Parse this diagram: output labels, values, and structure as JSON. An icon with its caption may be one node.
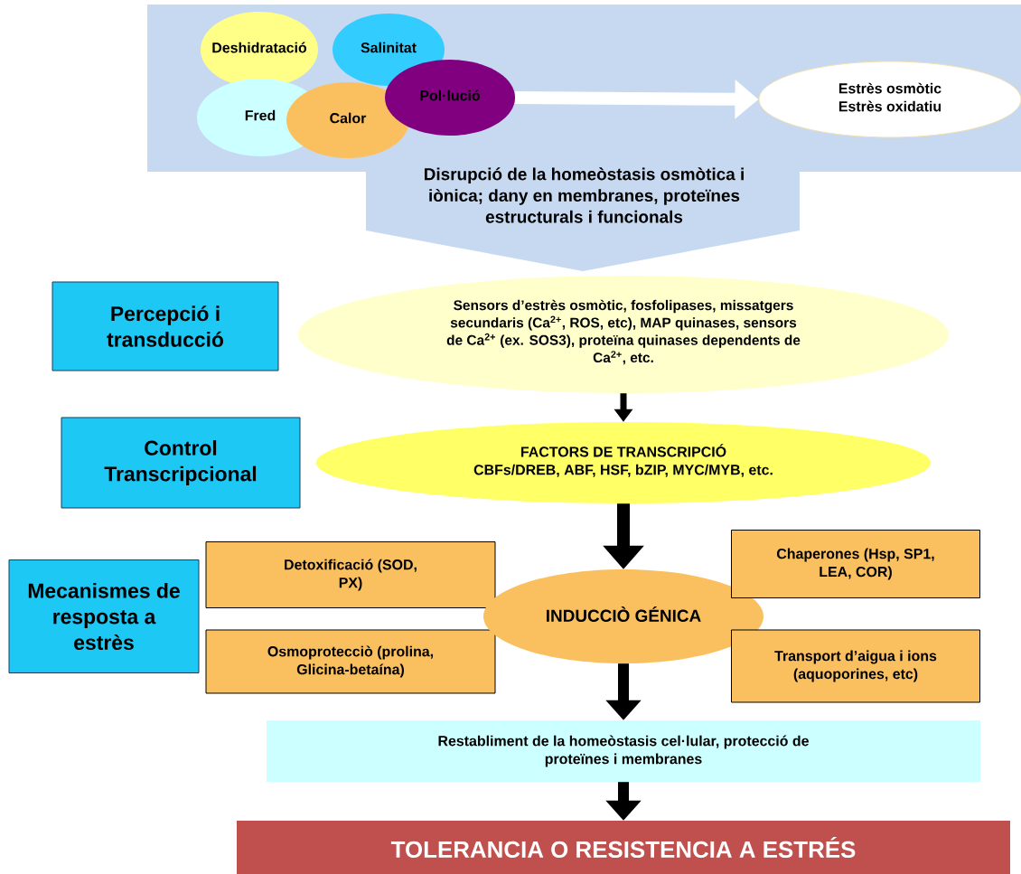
{
  "diagram": {
    "nodes": [
      {
        "text": [
          "Disrupció de la homeòstasis osmòtica i iònica; dany en membranes,  proteïnes estructurals i funcionals"
        ]
      },
      {
        "text": [
          "Deshidratació"
        ],
        "in": 0
      },
      {
        "text": [
          "Salinitat"
        ],
        "in": 0
      },
      {
        "text": [
          "Fred"
        ],
        "in": 0
      },
      {
        "text": [
          "Calor"
        ],
        "in": 0
      },
      {
        "text": [
          "Pol·lució"
        ],
        "in": 0
      },
      {
        "text": [
          "Estrès osmòtic",
          "Estrès oxidatiu"
        ],
        "in": 0
      },
      {
        "text": [
          "Percepció i transducció"
        ]
      },
      {
        "text": [
          "Sensors d’estrès osmòtic, fosfolipases, missatgers secundaris (Ca$^{2+}$, ROS, etc), MAP quinases, sensors de Ca$^{2+}$ (ex. SOS3), proteïna quinases dependents de Ca$^{2+}$, etc."
        ]
      },
      {
        "text": [
          "Control Transcripcional"
        ]
      },
      {
        "text": [
          "FACTORS DE TRANSCRIPCIÓ",
          "CBFs/DREB, ABF, HSF, bZIP, MYC/MYB, etc."
        ]
      },
      {
        "text": [
          "Mecanismes de resposta a estrès"
        ]
      },
      {
        "text": [
          "Detoxificació (SOD, PX)"
        ]
      },
      {
        "text": [
          "Osmoprotecciò (prolina, Glicina-betaína)"
        ]
      },
      {
        "text": [
          "INDUCCIÒ GÉNICA"
        ]
      },
      {
        "text": [
          "Chaperones (Hsp, SP1, LEA, COR)"
        ]
      },
      {
        "text": [
          "Transport d’aigua i ions (aquoporines, etc)"
        ]
      },
      {
        "text": [
          "Restabliment de la homeòstasis cel·lular, protecció de proteïnes i membranes"
        ]
      },
      {
        "text": [
          "TOLERANCIA O RESISTENCIA A ESTRÉS"
        ]
      }
    ],
    "edges": [
      {
        "from": 5,
        "to": 6,
        "arrow": "to",
        "color": "#ffffff"
      },
      {
        "from": 8,
        "to": 10,
        "arrow": "to"
      },
      {
        "from": 10,
        "to": 14,
        "arrow": "to"
      },
      {
        "from": 14,
        "to": 17,
        "arrow": "to"
      },
      {
        "from": 17,
        "to": 18,
        "arrow": "to"
      }
    ]
  }
}
